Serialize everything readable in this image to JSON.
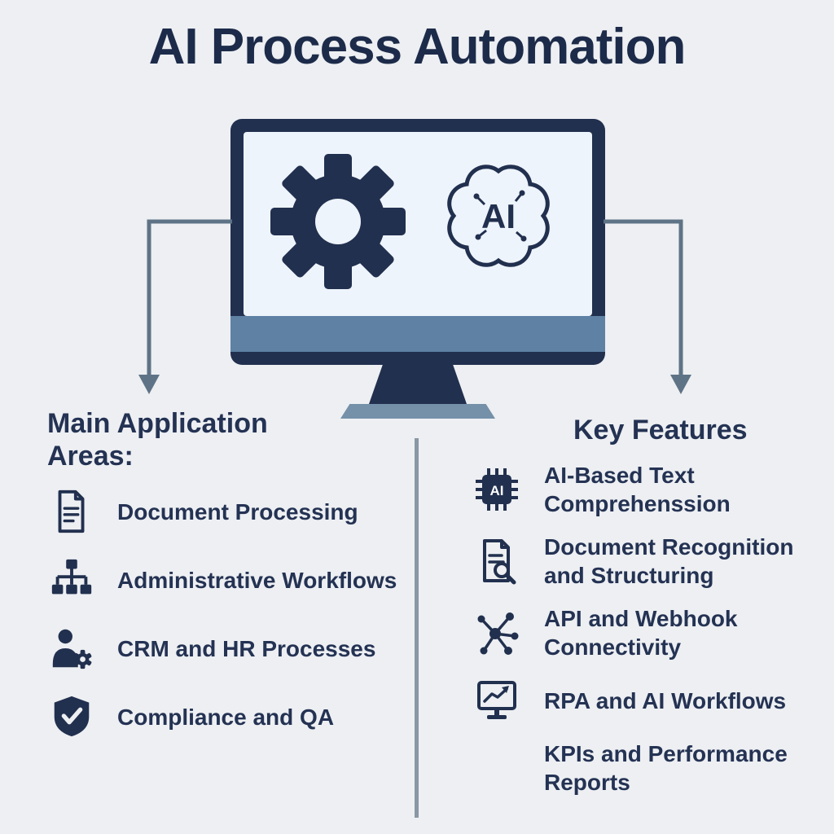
{
  "title": "AI Process Automation",
  "monitor": {
    "ai_label": "AI"
  },
  "left": {
    "heading": "Main Application Areas:",
    "items": [
      {
        "icon": "document-icon",
        "label": "Document Processing"
      },
      {
        "icon": "workflow-icon",
        "label": "Administrative Workflows"
      },
      {
        "icon": "user-gear-icon",
        "label": "CRM and HR Processes"
      },
      {
        "icon": "shield-check-icon",
        "label": "Compliance and QA"
      }
    ]
  },
  "right": {
    "heading": "Key Features",
    "items": [
      {
        "icon": "ai-chip-icon",
        "label": "AI-Based Text Comprehenssion",
        "chip_label": "AI"
      },
      {
        "icon": "document-search-icon",
        "label": "Document Recognition and Structuring"
      },
      {
        "icon": "network-icon",
        "label": "API and Webhook Connectivity"
      },
      {
        "icon": "monitor-chart-icon",
        "label": "RPA and AI Workflows"
      },
      {
        "icon": "none",
        "label": "KPIs and Performance Reports"
      }
    ]
  },
  "colors": {
    "background": "#edeff2",
    "navy": "#22304f",
    "screen": "#eef4fb",
    "bezel": "#5e81a4",
    "stand_base": "#7590a9",
    "arrow": "#5f7386",
    "divider": "#8a97a4"
  }
}
